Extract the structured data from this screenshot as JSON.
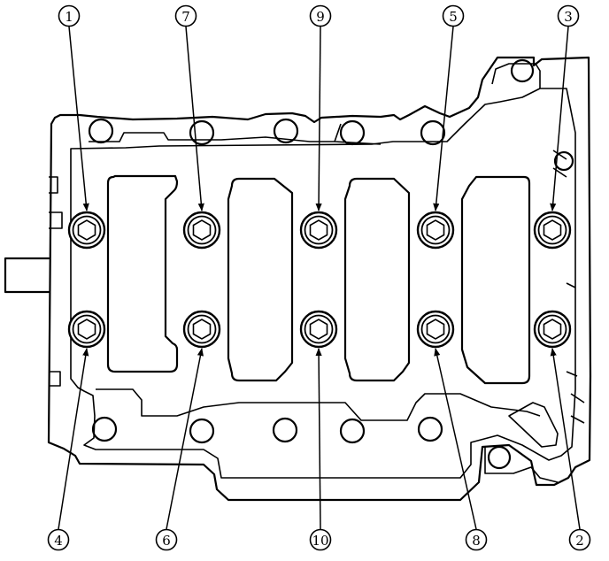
{
  "diagram": {
    "stroke_color": "#000000",
    "background_color": "#ffffff",
    "callouts": [
      {
        "label": "1"
      },
      {
        "label": "7"
      },
      {
        "label": "9"
      },
      {
        "label": "5"
      },
      {
        "label": "3"
      },
      {
        "label": "4"
      },
      {
        "label": "6"
      },
      {
        "label": "10"
      },
      {
        "label": "8"
      },
      {
        "label": "2"
      }
    ]
  }
}
